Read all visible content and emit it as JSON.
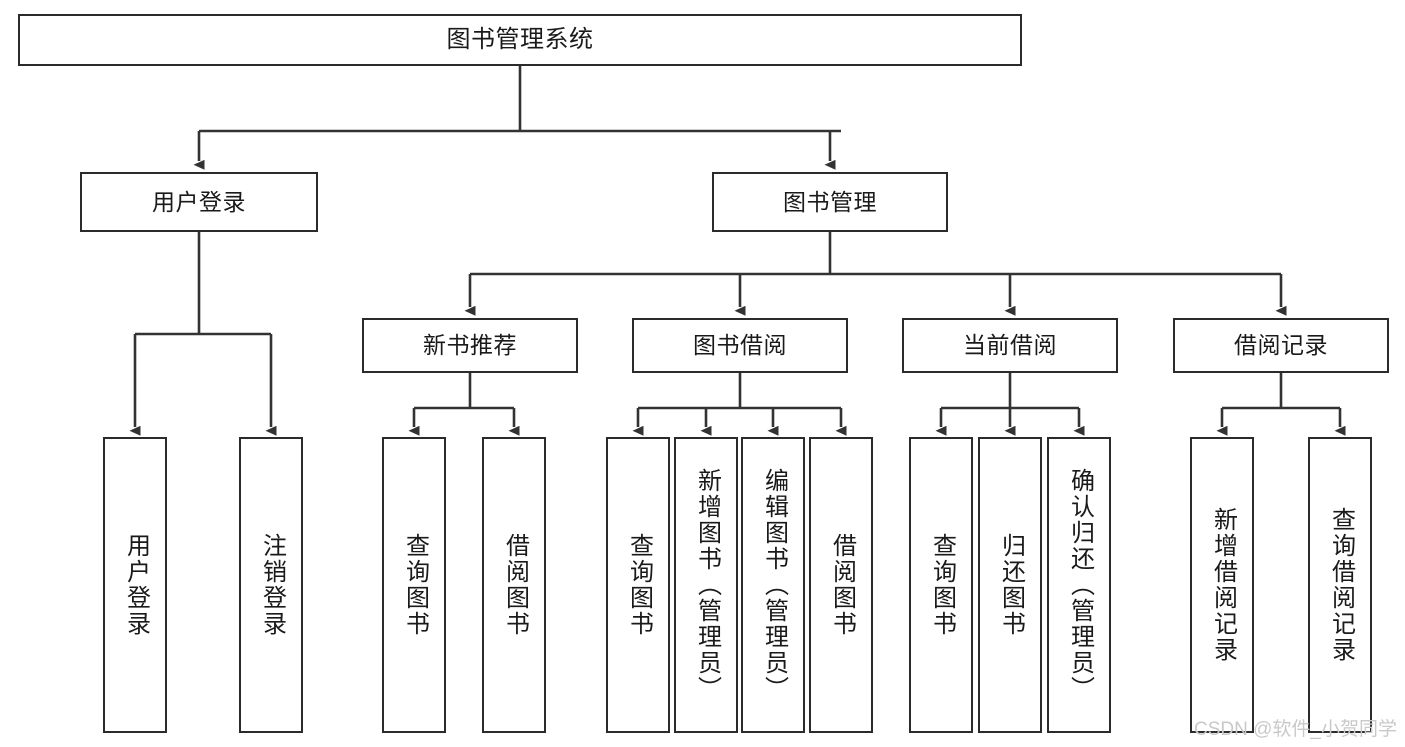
{
  "diagram": {
    "title": "图书管理系统",
    "type": "tree-hierarchy-chart",
    "orientation": "top-down",
    "colors": {
      "background": "#ffffff",
      "box_border": "#2b2b2b",
      "box_fill": "#ffffff",
      "connector": "#333333",
      "text": "#1a1a1a",
      "watermark": "#c9c9c9"
    },
    "root": {
      "label": "图书管理系统"
    },
    "level2": [
      {
        "label": "用户登录"
      },
      {
        "label": "图书管理"
      }
    ],
    "level3": [
      {
        "label": "新书推荐"
      },
      {
        "label": "图书借阅"
      },
      {
        "label": "当前借阅"
      },
      {
        "label": "借阅记录"
      }
    ],
    "leaves": {
      "user_login": [
        {
          "label": "用户登录"
        },
        {
          "label": "注销登录"
        }
      ],
      "new_book_recommend": [
        {
          "label": "查询图书"
        },
        {
          "label": "借阅图书"
        }
      ],
      "book_borrow": [
        {
          "label": "查询图书"
        },
        {
          "label": "新增图书（管理员）"
        },
        {
          "label": "编辑图书（管理员）"
        },
        {
          "label": "借阅图书"
        }
      ],
      "current_borrow": [
        {
          "label": "查询图书"
        },
        {
          "label": "归还图书"
        },
        {
          "label": "确认归还（管理员）"
        }
      ],
      "borrow_record": [
        {
          "label": "新增借阅记录"
        },
        {
          "label": "查询借阅记录"
        }
      ]
    },
    "watermark": "CSDN @软件_小贺同学"
  }
}
